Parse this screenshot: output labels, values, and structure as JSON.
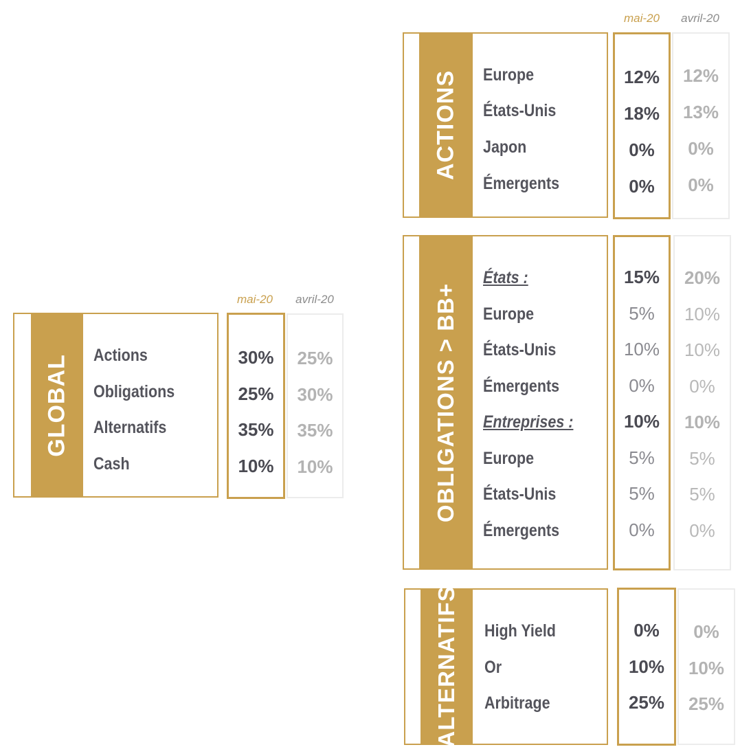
{
  "headers": {
    "current": "mai-20",
    "previous": "avril-20"
  },
  "colors": {
    "accent": "#c9a04e",
    "label": "#54545c",
    "previous": "#b3b3b3"
  },
  "global": {
    "title": "GLOBAL",
    "rows": [
      {
        "label": "Actions",
        "current": "30%",
        "previous": "25%"
      },
      {
        "label": "Obligations",
        "current": "25%",
        "previous": "30%"
      },
      {
        "label": "Alternatifs",
        "current": "35%",
        "previous": "35%"
      },
      {
        "label": "Cash",
        "current": "10%",
        "previous": "10%"
      }
    ]
  },
  "actions": {
    "title": "ACTIONS",
    "rows": [
      {
        "label": "Europe",
        "current": "12%",
        "previous": "12%"
      },
      {
        "label": "États-Unis",
        "current": "18%",
        "previous": "13%"
      },
      {
        "label": "Japon",
        "current": "0%",
        "previous": "0%"
      },
      {
        "label": "Émergents",
        "current": "0%",
        "previous": "0%"
      }
    ]
  },
  "obligations": {
    "title": "OBLIGATIONS > BB+",
    "rows": [
      {
        "label": "États :",
        "current": "15%",
        "previous": "20%",
        "subheader": true
      },
      {
        "label": "Europe",
        "current": "5%",
        "previous": "10%"
      },
      {
        "label": "États-Unis",
        "current": "10%",
        "previous": "10%"
      },
      {
        "label": "Émergents",
        "current": "0%",
        "previous": "0%"
      },
      {
        "label": "Entreprises :",
        "current": "10%",
        "previous": "10%",
        "subheader": true
      },
      {
        "label": "Europe",
        "current": "5%",
        "previous": "5%"
      },
      {
        "label": "États-Unis",
        "current": "5%",
        "previous": "5%"
      },
      {
        "label": "Émergents",
        "current": "0%",
        "previous": "0%"
      }
    ]
  },
  "alternatifs": {
    "title": "ALTERNATIFS",
    "rows": [
      {
        "label": "High Yield",
        "current": "0%",
        "previous": "0%"
      },
      {
        "label": "Or",
        "current": "10%",
        "previous": "10%"
      },
      {
        "label": "Arbitrage",
        "current": "25%",
        "previous": "25%"
      }
    ]
  }
}
